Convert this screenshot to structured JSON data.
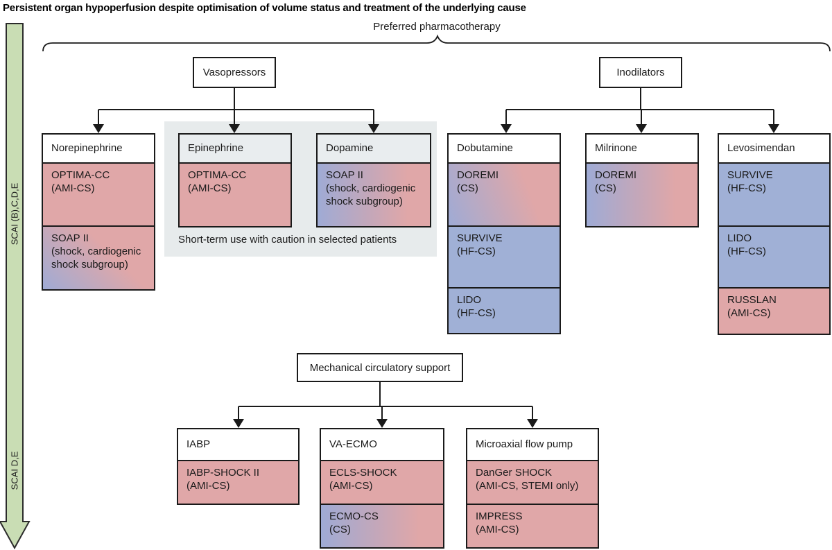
{
  "title": "Persistent organ hypoperfusion despite optimisation of volume status and treatment of the underlying cause",
  "left_arrow": {
    "top_label": "SCAI (B),C,D,E",
    "bottom_label": "SCAI D,E"
  },
  "pharmacotherapy": {
    "brace_label": "Preferred pharmacotherapy",
    "vasopressors_label": "Vasopressors",
    "inodilators_label": "Inodilators",
    "caution_note": "Short-term use with caution in selected patients",
    "columns": [
      {
        "drug": "Norepinephrine",
        "trials": [
          {
            "name": "OPTIMA-CC",
            "population": "(AMI-CS)"
          },
          {
            "name": "SOAP II",
            "population": "(shock, cardiogenic shock subgroup)"
          }
        ]
      },
      {
        "drug": "Epinephrine",
        "trials": [
          {
            "name": "OPTIMA-CC",
            "population": "(AMI-CS)"
          }
        ]
      },
      {
        "drug": "Dopamine",
        "trials": [
          {
            "name": "SOAP II",
            "population": "(shock, cardiogenic shock subgroup)"
          }
        ]
      },
      {
        "drug": "Dobutamine",
        "trials": [
          {
            "name": "DOREMI",
            "population": "(CS)"
          },
          {
            "name": "SURVIVE",
            "population": "(HF-CS)"
          },
          {
            "name": "LIDO",
            "population": "(HF-CS)"
          }
        ]
      },
      {
        "drug": "Milrinone",
        "trials": [
          {
            "name": "DOREMI",
            "population": "(CS)"
          }
        ]
      },
      {
        "drug": "Levosimendan",
        "trials": [
          {
            "name": "SURVIVE",
            "population": "(HF-CS)"
          },
          {
            "name": "LIDO",
            "population": "(HF-CS)"
          },
          {
            "name": "RUSSLAN",
            "population": "(AMI-CS)"
          }
        ]
      }
    ]
  },
  "mechanical_support": {
    "label": "Mechanical circulatory support",
    "columns": [
      {
        "device": "IABP",
        "trials": [
          {
            "name": "IABP-SHOCK II",
            "population": "(AMI-CS)"
          }
        ]
      },
      {
        "device": "VA-ECMO",
        "trials": [
          {
            "name": "ECLS-SHOCK",
            "population": "(AMI-CS)"
          },
          {
            "name": "ECMO-CS",
            "population": "(CS)"
          }
        ]
      },
      {
        "device": "Microaxial flow pump",
        "trials": [
          {
            "name": "DanGer SHOCK",
            "population": "(AMI-CS, STEMI only)"
          },
          {
            "name": "IMPRESS",
            "population": "(AMI-CS)"
          }
        ]
      }
    ]
  },
  "colors": {
    "ami_cs_pink": "#e0a7a8",
    "hf_cs_blue": "#a0b0d6",
    "severity_arrow_green": "#c9ddb4",
    "caution_panel_gray": "#e7ebec",
    "line_black": "#1a1a1a"
  }
}
